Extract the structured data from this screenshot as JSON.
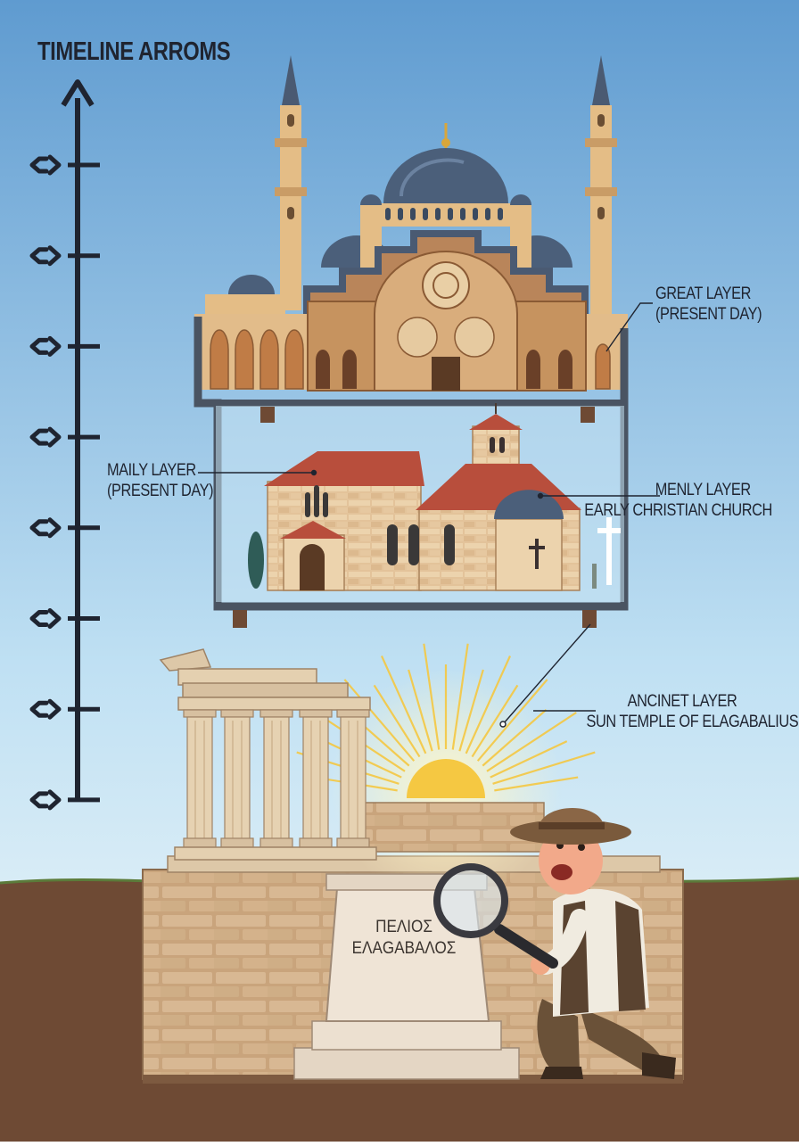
{
  "title": "TIMELINE ARROMS",
  "timeline": {
    "tick_count": 8,
    "arrow_icon": "arrow-up-icon",
    "tick_icon": "chevron-right-icon"
  },
  "labels": {
    "great_layer": {
      "line1": "GREAT LAYER",
      "line2": "(PRESENT DAY)"
    },
    "maily_layer": {
      "line1": "MAILY LAYER",
      "line2": "(PRESENT DAY)"
    },
    "menly_layer": {
      "line1": "MENLY LAYER",
      "line2": "EARLY CHRISTIAN CHURCH"
    },
    "ancinet_layer": {
      "line1": "ANCINET LAYER",
      "line2": "SUN TEMPLE OF ELAGABALIUS"
    }
  },
  "inscription": {
    "line1": "ΠΕΛΙΟΣ",
    "line2": "ΕΛΑGΑΒΑΛΟΣ"
  },
  "colors": {
    "sky_top": "#5f9bd0",
    "sky_bottom": "#cfe6f5",
    "soil": "#6e4a34",
    "frame": "#4a5462",
    "dome": "#4b5f7a",
    "stone": "#d9b98f",
    "roof": "#b84e3c",
    "sun": "#f5c842"
  }
}
